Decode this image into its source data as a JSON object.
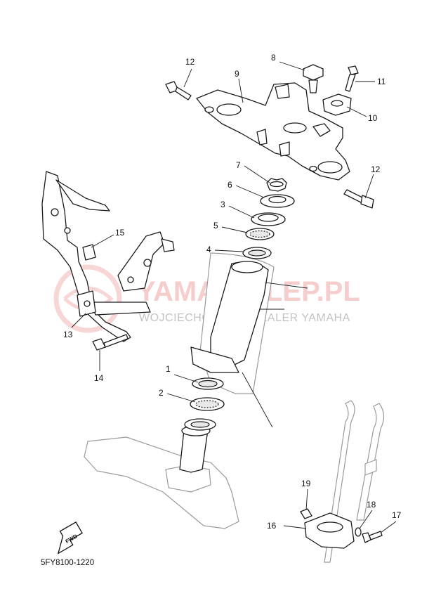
{
  "watermark": {
    "main_text": "YAMA-SKLEP.PL",
    "sub_text": "WOJCIECHOWICZ | DEALER YAMAHA",
    "color": "#f2b8b8"
  },
  "diagram_code": "5FY8100-1220",
  "fwd_label": "FWD",
  "callouts": {
    "c1": "1",
    "c2": "2",
    "c3": "3",
    "c4": "4",
    "c5": "5",
    "c6": "6",
    "c7": "7",
    "c8": "8",
    "c9": "9",
    "c10": "10",
    "c11": "11",
    "c12a": "12",
    "c12b": "12",
    "c13": "13",
    "c14": "14",
    "c15": "15",
    "c16": "16",
    "c17": "17",
    "c18": "18",
    "c19": "19"
  }
}
